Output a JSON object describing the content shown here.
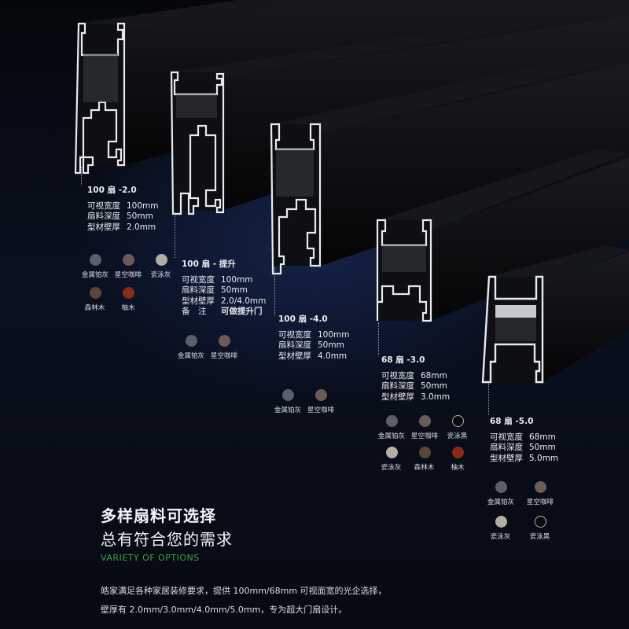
{
  "products": [
    {
      "title": "100 扇 -2.0",
      "specs": [
        {
          "k": "可视宽度",
          "v": "100mm"
        },
        {
          "k": "扇料深度",
          "v": "50mm"
        },
        {
          "k": "型材壁厚",
          "v": "2.0mm"
        }
      ],
      "swatches": [
        {
          "name": "金属铂灰",
          "color": "#5b5f69"
        },
        {
          "name": "星空咖啡",
          "color": "#6b5b55"
        },
        {
          "name": "瓷泳灰",
          "color": "#b3ada3"
        },
        {
          "name": "森林木",
          "color": "#5a4639"
        },
        {
          "name": "柚木",
          "color": "#8c2a19"
        }
      ]
    },
    {
      "title": "100 扇 - 提升",
      "specs": [
        {
          "k": "可视宽度",
          "v": "100mm"
        },
        {
          "k": "扇料深度",
          "v": "50mm"
        },
        {
          "k": "型材壁厚",
          "v": "2.0/4.0mm"
        },
        {
          "k": "备　注",
          "v": "可做提升门"
        }
      ],
      "swatches": [
        {
          "name": "金属铂灰",
          "color": "#5b5f69"
        },
        {
          "name": "星空咖啡",
          "color": "#6b5b55"
        }
      ]
    },
    {
      "title": "100 扇 -4.0",
      "specs": [
        {
          "k": "可视宽度",
          "v": "100mm"
        },
        {
          "k": "扇料深度",
          "v": "50mm"
        },
        {
          "k": "型材壁厚",
          "v": "4.0mm"
        }
      ],
      "swatches": [
        {
          "name": "金属铂灰",
          "color": "#5b5f69"
        },
        {
          "name": "星空咖啡",
          "color": "#6b5b55"
        }
      ]
    },
    {
      "title": "68 扇 -3.0",
      "specs": [
        {
          "k": "可视宽度",
          "v": "68mm"
        },
        {
          "k": "扇料深度",
          "v": "50mm"
        },
        {
          "k": "型材壁厚",
          "v": "3.0mm"
        }
      ],
      "swatches": [
        {
          "name": "金属铂灰",
          "color": "#5b5f69"
        },
        {
          "name": "星空咖啡",
          "color": "#6b5b55"
        },
        {
          "name": "瓷泳黑",
          "color": "#0b0b0d"
        },
        {
          "name": "瓷泳灰",
          "color": "#b3ada3"
        },
        {
          "name": "森林木",
          "color": "#5a4639"
        },
        {
          "name": "柚木",
          "color": "#8c2a19"
        }
      ]
    },
    {
      "title": "68 扇 -5.0",
      "specs": [
        {
          "k": "可视宽度",
          "v": "68mm"
        },
        {
          "k": "扇料深度",
          "v": "50mm"
        },
        {
          "k": "型材壁厚",
          "v": "5.0mm"
        }
      ],
      "swatches": [
        {
          "name": "金属铂灰",
          "color": "#5b5f69"
        },
        {
          "name": "星空咖啡",
          "color": "#6b5b55"
        },
        {
          "name": "瓷泳灰",
          "color": "#b3ada3"
        },
        {
          "name": "瓷泳黑",
          "color": "#0b0b0d"
        }
      ]
    }
  ],
  "heading": {
    "line1": "多样扇料可选择",
    "line2": "总有符合您的需求",
    "english": "VARIETY OF OPTIONS"
  },
  "description": {
    "line1": "皓家满足各种家居装修要求，提供 100mm/68mm 可视面宽的光企选择，",
    "line2": "壁厚有 2.0mm/3.0mm/4.0mm/5.0mm，专为超大门扇设计。"
  },
  "colors": {
    "accent": "#3ca34a",
    "background": "#07090f"
  }
}
